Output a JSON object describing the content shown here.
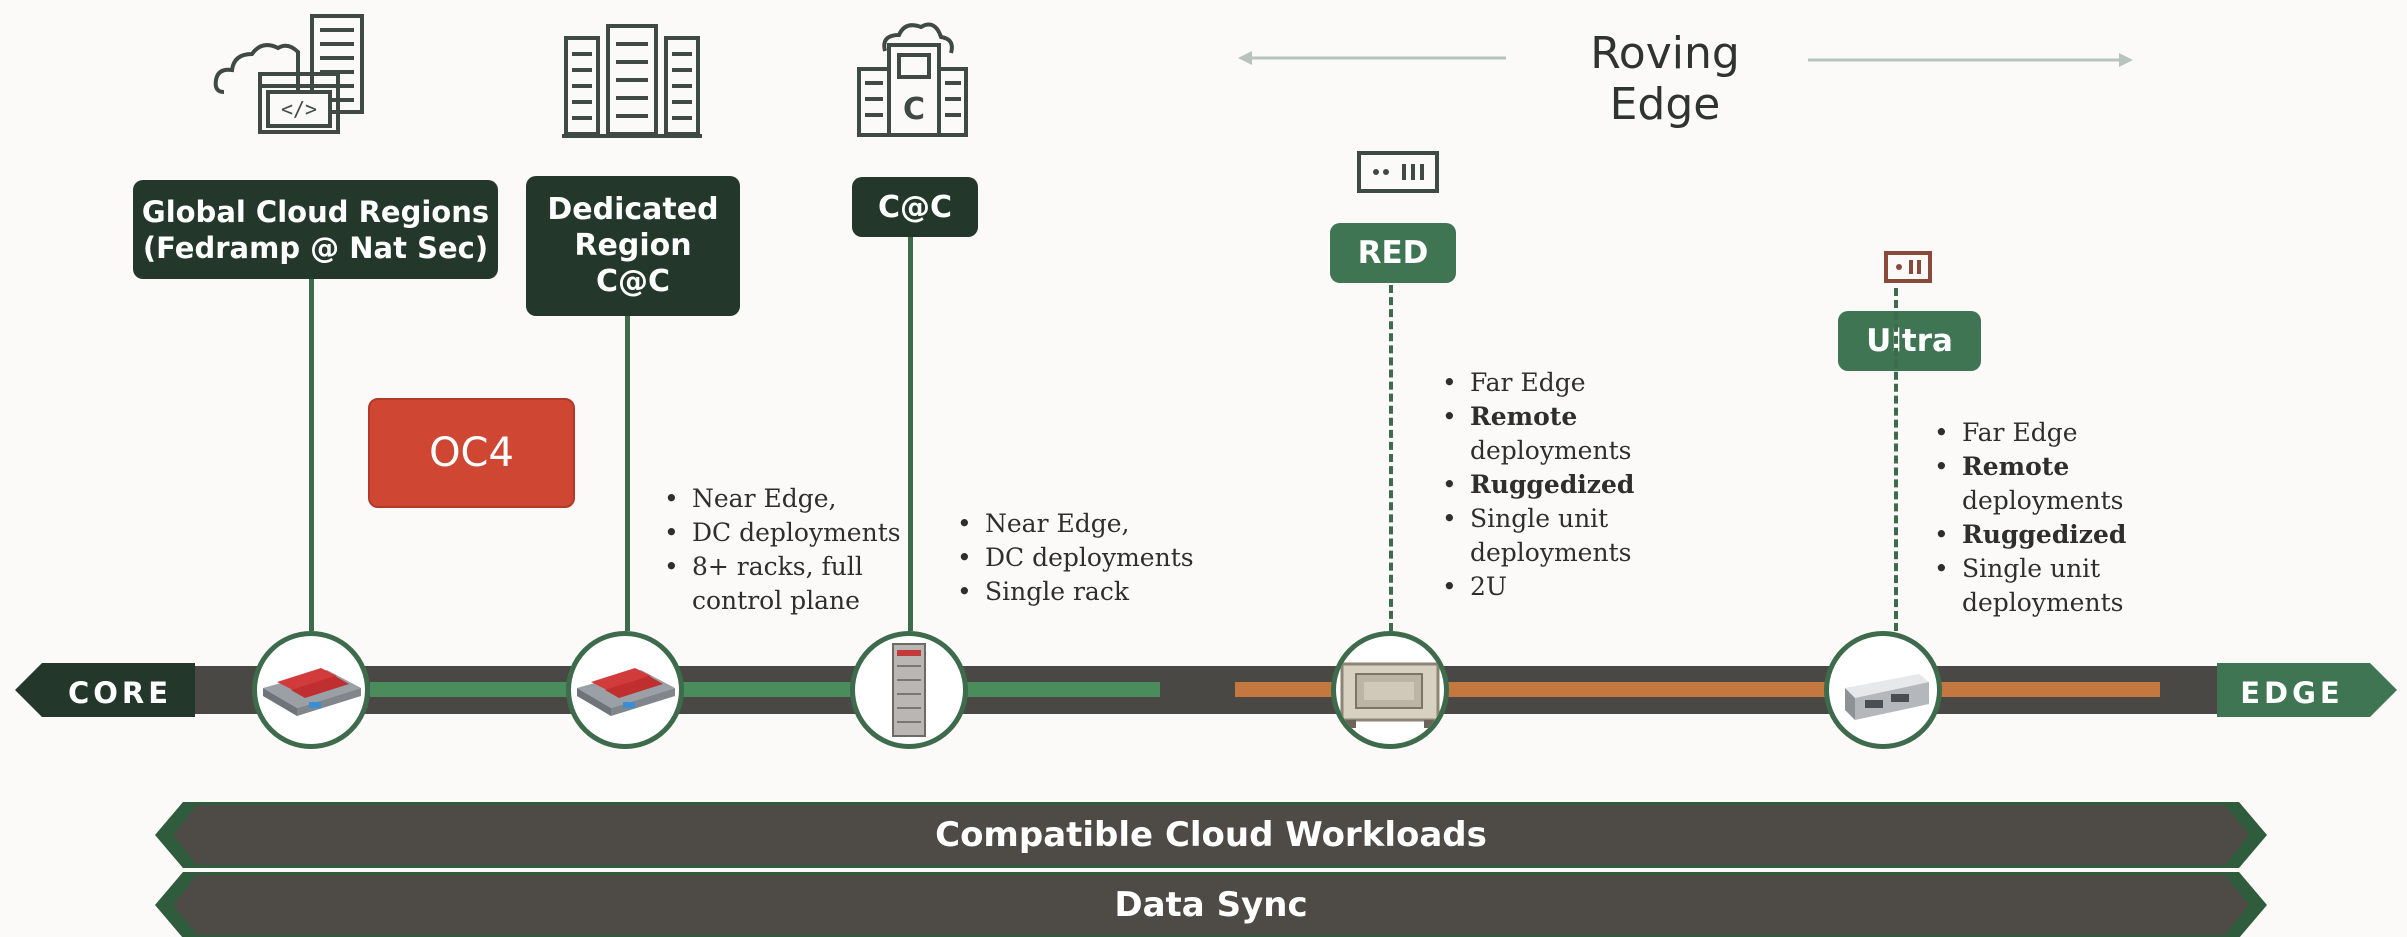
{
  "roving_edge_title": "Roving Edge",
  "axis": {
    "core_label": "CORE",
    "edge_label": "EDGE"
  },
  "oc4_label": "OC4",
  "nodes": [
    {
      "label_line1": "Global Cloud Regions",
      "label_line2": "(Fedramp @ Nat Sec)"
    },
    {
      "label_line1": "Dedicated",
      "label_line2": "Region",
      "label_line3": "C@C"
    },
    {
      "label_line1": "C@C"
    },
    {
      "label_line1": "RED"
    },
    {
      "label_line1": "Ultra"
    }
  ],
  "bullets": {
    "dedicated": [
      "Near Edge,",
      "DC deployments",
      "8+ racks, full",
      "control plane"
    ],
    "cac": [
      "Near Edge,",
      "DC deployments",
      "Single rack"
    ],
    "red": [
      "Far Edge",
      "Remote",
      "deployments",
      "Ruggedized",
      "Single unit",
      "deployments",
      "2U"
    ],
    "ultra": [
      "Far Edge",
      "Remote",
      "deployments",
      "Ruggedized",
      "Single unit",
      "deployments"
    ]
  },
  "banners": {
    "workloads": "Compatible Cloud Workloads",
    "sync": "Data Sync"
  },
  "colors": {
    "dark_green": "#23382b",
    "mid_green": "#3f7552",
    "accent_red": "#cf4633",
    "orange": "#c4773f",
    "banner_gray": "#4e4b46"
  },
  "icons": [
    "cloud-server-icon",
    "datacenter-building-icon",
    "cac-building-icon",
    "red-device-icon",
    "ultra-device-icon"
  ]
}
